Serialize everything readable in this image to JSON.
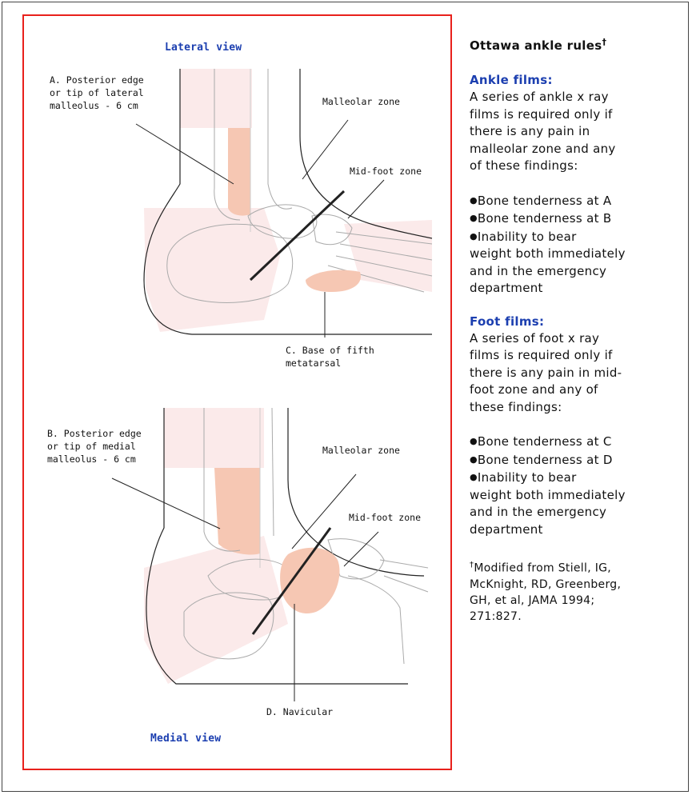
{
  "diagram": {
    "lateral_view_title": "Lateral view",
    "medial_view_title": "Medial view",
    "lateral_callouts": {
      "A": "A. Posterior edge\nor tip of lateral\nmalleolus - 6 cm",
      "malleolar_zone": "Malleolar zone",
      "midfoot_zone": "Mid-foot zone",
      "C": "C. Base of fifth\nmetatarsal"
    },
    "medial_callouts": {
      "B": "B. Posterior edge\nor tip of medial\nmalleolus - 6 cm",
      "malleolar_zone": "Malleolar zone",
      "midfoot_zone": "Mid-foot zone",
      "D": "D. Navicular"
    },
    "colors": {
      "frame_border": "#e8211c",
      "title_blue": "#1c3fb0",
      "highlight": "#f6c7b3",
      "zone_shade": "#fbeaea"
    }
  },
  "rules": {
    "title": "Ottawa ankle rules",
    "title_mark": "†",
    "ankle": {
      "heading": "Ankle films:",
      "description": [
        "A series of ankle x ray",
        "films is required only if",
        "there is any pain in",
        "malleolar zone and any",
        "of these findings:"
      ],
      "findings": [
        [
          "Bone tenderness at A"
        ],
        [
          "Bone tenderness at B"
        ],
        [
          "Inability to bear",
          "weight both immediately",
          "and in the emergency",
          "department"
        ]
      ]
    },
    "foot": {
      "heading": "Foot films:",
      "description": [
        "A series of foot x ray",
        "films is required only if",
        "there is any pain in mid-",
        "foot zone and any of",
        "these findings:"
      ],
      "findings": [
        [
          "Bone tenderness at C"
        ],
        [
          "Bone tenderness at D"
        ],
        [
          "Inability to bear",
          "weight both immediately",
          "and in the emergency",
          "department"
        ]
      ]
    },
    "bullet": "●",
    "footnote": {
      "mark": "†",
      "lines": [
        "Modified from Stiell, IG,",
        "McKnight, RD, Greenberg,",
        "GH, et al, JAMA 1994;",
        "271:827."
      ]
    }
  }
}
